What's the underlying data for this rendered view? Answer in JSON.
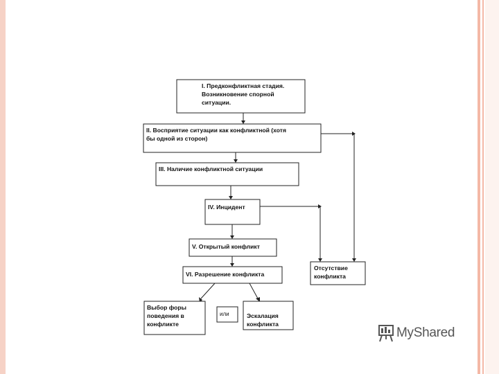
{
  "diagram": {
    "box1": {
      "line1": "I. Предконфликтная стадия.",
      "line2": "Возникновение спорной",
      "line3": "ситуации."
    },
    "box2": {
      "line1": "II. Восприятие ситуации как конфликтной (хотя",
      "line2": "бы одной из сторон)"
    },
    "box3": {
      "line1": "III. Наличие конфликтной ситуации"
    },
    "box4": {
      "line1": "IV. Инцидент"
    },
    "box5": {
      "line1": "V. Открытый конфликт"
    },
    "box6": {
      "line1": "VI. Разрешение конфликта"
    },
    "box_absence": {
      "line1": "Отсутствие",
      "line2": "конфликта"
    },
    "box_choice": {
      "line1": "Выбор форы",
      "line2": "поведения в",
      "line3": "конфликте"
    },
    "box_or": {
      "line1": "или"
    },
    "box_escalation": {
      "line1": "Эскалация",
      "line2": "конфликта"
    }
  },
  "logo": {
    "text": "MyShared",
    "icon": "presentation-board-icon"
  }
}
